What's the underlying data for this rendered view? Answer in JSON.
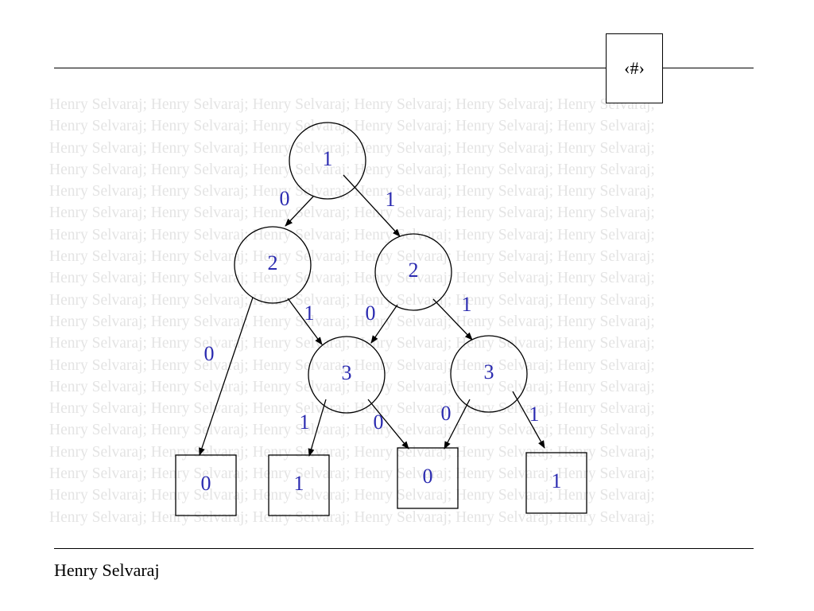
{
  "slide": {
    "page_number": "‹#›",
    "author": "Henry Selvaraj",
    "watermark_text": "Henry Selvaraj; Henry Selvaraj; Henry Selvaraj; Henry Selvaraj; Henry Selvaraj; Henry Selvaraj; "
  },
  "diagram": {
    "colors": {
      "label": "#2b2bb0",
      "stroke": "#000000"
    },
    "nodes": [
      {
        "id": "n1",
        "kind": "circle",
        "label": "1"
      },
      {
        "id": "n2a",
        "kind": "circle",
        "label": "2"
      },
      {
        "id": "n2b",
        "kind": "circle",
        "label": "2"
      },
      {
        "id": "n3a",
        "kind": "circle",
        "label": "3"
      },
      {
        "id": "n3b",
        "kind": "circle",
        "label": "3"
      },
      {
        "id": "t0a",
        "kind": "terminal",
        "label": "0"
      },
      {
        "id": "t1a",
        "kind": "terminal",
        "label": "1"
      },
      {
        "id": "t0b",
        "kind": "terminal",
        "label": "0"
      },
      {
        "id": "t1b",
        "kind": "terminal",
        "label": "1"
      }
    ],
    "edges": [
      {
        "from": "n1",
        "to": "n2a",
        "label": "0"
      },
      {
        "from": "n1",
        "to": "n2b",
        "label": "1"
      },
      {
        "from": "n2a",
        "to": "t0a",
        "label": "0"
      },
      {
        "from": "n2a",
        "to": "n3a",
        "label": "1"
      },
      {
        "from": "n2b",
        "to": "n3a",
        "label": "0"
      },
      {
        "from": "n2b",
        "to": "n3b",
        "label": "1"
      },
      {
        "from": "n3a",
        "to": "t1a",
        "label": "1"
      },
      {
        "from": "n3a",
        "to": "t0b",
        "label": "0"
      },
      {
        "from": "n3b",
        "to": "t0b",
        "label": "0"
      },
      {
        "from": "n3b",
        "to": "t1b",
        "label": "1"
      }
    ]
  }
}
